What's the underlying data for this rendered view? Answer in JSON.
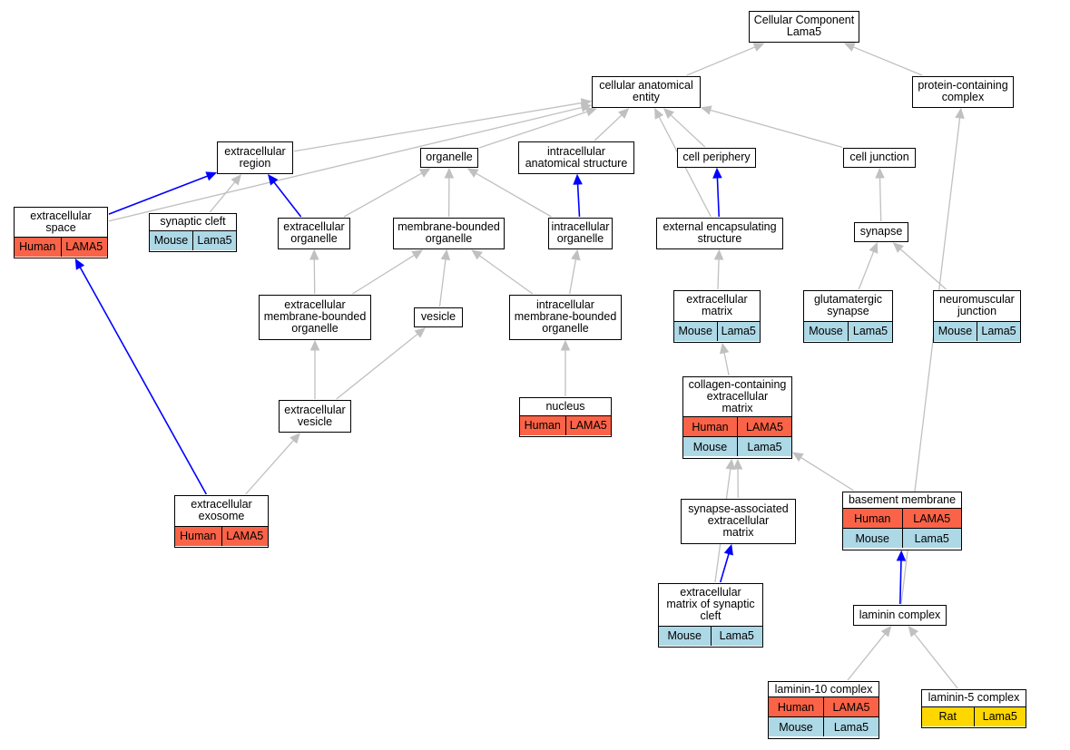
{
  "colors": {
    "edge_grey": "#c0c0c0",
    "edge_blue": "#0000ff",
    "Human": "#fa6347",
    "Mouse": "#add8e6",
    "Rat": "#ffd700"
  },
  "nodes": [
    {
      "id": "cc",
      "label": "Cellular Component\nLama5",
      "rows": []
    },
    {
      "id": "cae",
      "label": "cellular anatomical\nentity",
      "rows": []
    },
    {
      "id": "pcc",
      "label": "protein-containing\ncomplex",
      "rows": []
    },
    {
      "id": "exreg",
      "label": "extracellular\nregion",
      "rows": []
    },
    {
      "id": "organelle",
      "label": "organelle",
      "rows": []
    },
    {
      "id": "ias",
      "label": "intracellular\nanatomical structure",
      "rows": []
    },
    {
      "id": "cp",
      "label": "cell periphery",
      "rows": []
    },
    {
      "id": "cj",
      "label": "cell junction",
      "rows": []
    },
    {
      "id": "exspace",
      "label": "extracellular\nspace",
      "rows": [
        {
          "species": "Human",
          "gene": "LAMA5"
        }
      ]
    },
    {
      "id": "syncleft",
      "label": "synaptic cleft",
      "rows": [
        {
          "species": "Mouse",
          "gene": "Lama5"
        }
      ]
    },
    {
      "id": "exorg",
      "label": "extracellular\norganelle",
      "rows": []
    },
    {
      "id": "mbo",
      "label": "membrane-bounded\norganelle",
      "rows": []
    },
    {
      "id": "intorg",
      "label": "intracellular\norganelle",
      "rows": []
    },
    {
      "id": "ees",
      "label": "external encapsulating\nstructure",
      "rows": []
    },
    {
      "id": "synapse",
      "label": "synapse",
      "rows": []
    },
    {
      "id": "embo",
      "label": "extracellular\nmembrane-bounded\norganelle",
      "rows": []
    },
    {
      "id": "vesicle",
      "label": "vesicle",
      "rows": []
    },
    {
      "id": "imbo",
      "label": "intracellular\nmembrane-bounded\norganelle",
      "rows": []
    },
    {
      "id": "ecm",
      "label": "extracellular\nmatrix",
      "rows": [
        {
          "species": "Mouse",
          "gene": "Lama5"
        }
      ]
    },
    {
      "id": "glut",
      "label": "glutamatergic\nsynapse",
      "rows": [
        {
          "species": "Mouse",
          "gene": "Lama5"
        }
      ]
    },
    {
      "id": "nmj",
      "label": "neuromuscular\njunction",
      "rows": [
        {
          "species": "Mouse",
          "gene": "Lama5"
        }
      ]
    },
    {
      "id": "exves",
      "label": "extracellular\nvesicle",
      "rows": []
    },
    {
      "id": "nucleus",
      "label": "nucleus",
      "rows": [
        {
          "species": "Human",
          "gene": "LAMA5"
        }
      ]
    },
    {
      "id": "ccecm",
      "label": "collagen-containing\nextracellular\nmatrix",
      "rows": [
        {
          "species": "Human",
          "gene": "LAMA5"
        },
        {
          "species": "Mouse",
          "gene": "Lama5"
        }
      ]
    },
    {
      "id": "exosome",
      "label": "extracellular\nexosome",
      "rows": [
        {
          "species": "Human",
          "gene": "LAMA5"
        }
      ]
    },
    {
      "id": "saecm",
      "label": "synapse-associated\nextracellular\nmatrix",
      "rows": []
    },
    {
      "id": "bm",
      "label": "basement membrane",
      "rows": [
        {
          "species": "Human",
          "gene": "LAMA5"
        },
        {
          "species": "Mouse",
          "gene": "Lama5"
        }
      ]
    },
    {
      "id": "ecmsc",
      "label": "extracellular\nmatrix of synaptic\ncleft",
      "rows": [
        {
          "species": "Mouse",
          "gene": "Lama5"
        }
      ]
    },
    {
      "id": "lamc",
      "label": "laminin complex",
      "rows": []
    },
    {
      "id": "lam10",
      "label": "laminin-10 complex",
      "rows": [
        {
          "species": "Human",
          "gene": "LAMA5"
        },
        {
          "species": "Mouse",
          "gene": "Lama5"
        }
      ]
    },
    {
      "id": "lam5",
      "label": "laminin-5 complex",
      "rows": [
        {
          "species": "Rat",
          "gene": "Lama5"
        }
      ]
    }
  ],
  "edges": [
    {
      "from": "cae",
      "to": "cc",
      "type": "grey"
    },
    {
      "from": "pcc",
      "to": "cc",
      "type": "grey"
    },
    {
      "from": "exreg",
      "to": "cae",
      "type": "grey"
    },
    {
      "from": "organelle",
      "to": "cae",
      "type": "grey"
    },
    {
      "from": "ias",
      "to": "cae",
      "type": "grey"
    },
    {
      "from": "cp",
      "to": "cae",
      "type": "grey"
    },
    {
      "from": "cj",
      "to": "cae",
      "type": "grey"
    },
    {
      "from": "exspace",
      "to": "cae",
      "type": "grey"
    },
    {
      "from": "ees",
      "to": "cae",
      "type": "grey"
    },
    {
      "from": "exspace",
      "to": "exreg",
      "type": "blue"
    },
    {
      "from": "syncleft",
      "to": "exreg",
      "type": "grey"
    },
    {
      "from": "exorg",
      "to": "exreg",
      "type": "blue"
    },
    {
      "from": "exorg",
      "to": "organelle",
      "type": "grey"
    },
    {
      "from": "mbo",
      "to": "organelle",
      "type": "grey"
    },
    {
      "from": "intorg",
      "to": "organelle",
      "type": "grey"
    },
    {
      "from": "intorg",
      "to": "ias",
      "type": "blue"
    },
    {
      "from": "ees",
      "to": "cp",
      "type": "blue"
    },
    {
      "from": "synapse",
      "to": "cj",
      "type": "grey"
    },
    {
      "from": "embo",
      "to": "exorg",
      "type": "grey"
    },
    {
      "from": "embo",
      "to": "mbo",
      "type": "grey"
    },
    {
      "from": "vesicle",
      "to": "mbo",
      "type": "grey"
    },
    {
      "from": "imbo",
      "to": "mbo",
      "type": "grey"
    },
    {
      "from": "imbo",
      "to": "intorg",
      "type": "grey"
    },
    {
      "from": "ecm",
      "to": "ees",
      "type": "grey"
    },
    {
      "from": "glut",
      "to": "synapse",
      "type": "grey"
    },
    {
      "from": "nmj",
      "to": "synapse",
      "type": "grey"
    },
    {
      "from": "exves",
      "to": "embo",
      "type": "grey"
    },
    {
      "from": "exves",
      "to": "vesicle",
      "type": "grey"
    },
    {
      "from": "nucleus",
      "to": "imbo",
      "type": "grey"
    },
    {
      "from": "ccecm",
      "to": "ecm",
      "type": "grey"
    },
    {
      "from": "exosome",
      "to": "exves",
      "type": "grey"
    },
    {
      "from": "exosome",
      "to": "exspace",
      "type": "blue"
    },
    {
      "from": "saecm",
      "to": "ccecm",
      "type": "grey"
    },
    {
      "from": "bm",
      "to": "ccecm",
      "type": "grey"
    },
    {
      "from": "ecmsc",
      "to": "saecm",
      "type": "blue"
    },
    {
      "from": "ecmsc",
      "to": "ccecm",
      "type": "grey"
    },
    {
      "from": "lamc",
      "to": "bm",
      "type": "blue"
    },
    {
      "from": "lamc",
      "to": "pcc",
      "type": "grey"
    },
    {
      "from": "lam10",
      "to": "lamc",
      "type": "grey"
    },
    {
      "from": "lam5",
      "to": "lamc",
      "type": "grey"
    }
  ]
}
